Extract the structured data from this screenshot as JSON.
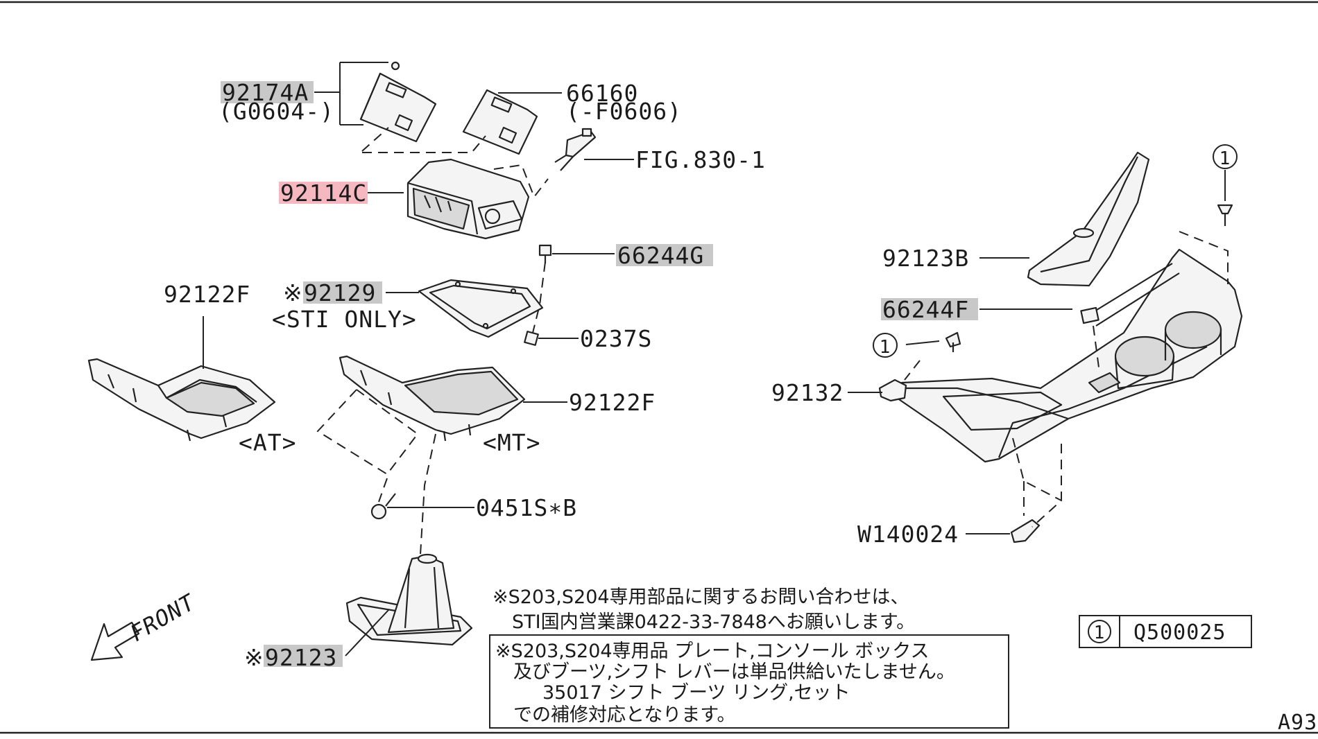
{
  "colors": {
    "highlight_gray": "#c8c8c8",
    "highlight_red": "#f6b8c0",
    "line": "#222222"
  },
  "labels": {
    "p92174A": "92174A",
    "p92174A_sub": "(G0604-)",
    "p66160": "66160",
    "p66160_sub": "(-F0606)",
    "fig830": "FIG.830-1",
    "p92114C": "92114C",
    "p66244G": "66244G",
    "p92122F_at": "92122F",
    "p92129_mark": "※",
    "p92129": "92129",
    "sti_only": "<STI ONLY>",
    "p0237S": "0237S",
    "at": "<AT>",
    "p92122F_mt": "92122F",
    "mt": "<MT>",
    "p0451S": "0451S∗B",
    "p92123_mark": "※",
    "p92123": "92123",
    "front": "FRONT",
    "p92123B": "92123B",
    "p66244F": "66244F",
    "circle1_a": "1",
    "circle1_b": "1",
    "p92132": "92132",
    "pW140024": "W140024"
  },
  "notes": {
    "line1": "※S203,S204専用部品に関するお問い合わせは、",
    "line2": "STI国内営業課0422-33-7848へお願いします。",
    "box_line1": "※S203,S204専用品 プレート,コンソール ボックス",
    "box_line2": "及びブーツ,シフト レバーは単品供給いたしません。",
    "box_line3": "35017 シフト ブーツ リング,セット",
    "box_line4": "での補修対応となります。"
  },
  "legend": {
    "circle": "1",
    "part": "Q500025"
  },
  "corner_code": "A93"
}
